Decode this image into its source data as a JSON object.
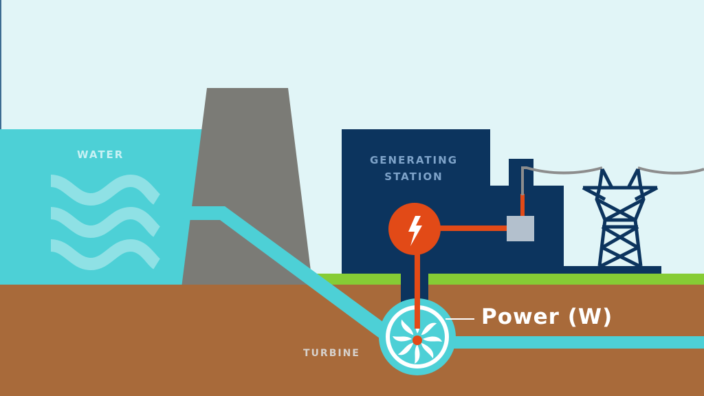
{
  "title": "Hydroelectric power generation diagram",
  "labels": {
    "water": "WATER",
    "station_line1": "GENERATING",
    "station_line2": "STATION",
    "turbine": "TURBINE",
    "power": "Power (W)"
  },
  "icons": {
    "waves": "water-waves-icon",
    "generator": "lightning-bolt-icon",
    "transformer": "transformer-box-icon",
    "tower": "transmission-tower-icon",
    "turbine": "turbine-fan-icon"
  },
  "colors": {
    "sky": "#e1f5f7",
    "water": "#4dd0d6",
    "wave": "#8fe1e5",
    "dam": "#7b7b76",
    "station": "#0c345e",
    "ground": "#a86a3a",
    "grass": "#86cc35",
    "generator": "#e24a17",
    "transformer": "#b3c0cd",
    "wire": "#8d8d8d",
    "white": "#ffffff"
  }
}
